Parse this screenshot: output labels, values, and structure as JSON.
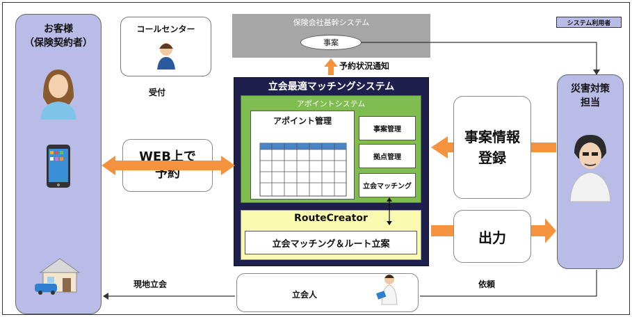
{
  "badge": "システム利用者",
  "customer": {
    "title_line1": "お客様",
    "title_line2": "（保険契約者）"
  },
  "disaster": {
    "title_line1": "災害対策",
    "title_line2": "担当"
  },
  "call_center": {
    "label": "コールセンター",
    "receive_label": "受付"
  },
  "core_system": {
    "title": "保険会社基幹システム",
    "record_label": "事案"
  },
  "notify_label": "予約状況通知",
  "matching_system": {
    "title": "立会最適マッチングシステム",
    "appoint_system_title": "アポイントシステム",
    "appoint_mgmt_label": "アポイント管理",
    "modules": [
      "事案管理",
      "拠点管理",
      "立会マッチング"
    ]
  },
  "route_creator": {
    "title": "RouteCreator",
    "inner_label": "立会マッチング＆ルート立案"
  },
  "web_reservation": {
    "line1": "WEB上で",
    "line2": "予約"
  },
  "case_info": {
    "line1": "事案情報",
    "line2": "登録"
  },
  "output_label": "出力",
  "witness": {
    "label": "立会人"
  },
  "site_visit_label": "現地立会",
  "request_label": "依頼",
  "colors": {
    "lavender": "#b8bce6",
    "navy": "#1f1f4e",
    "green": "#80bd50",
    "yellow": "#fafab0",
    "orange": "#f5923e",
    "gray": "#a6a6a6"
  }
}
